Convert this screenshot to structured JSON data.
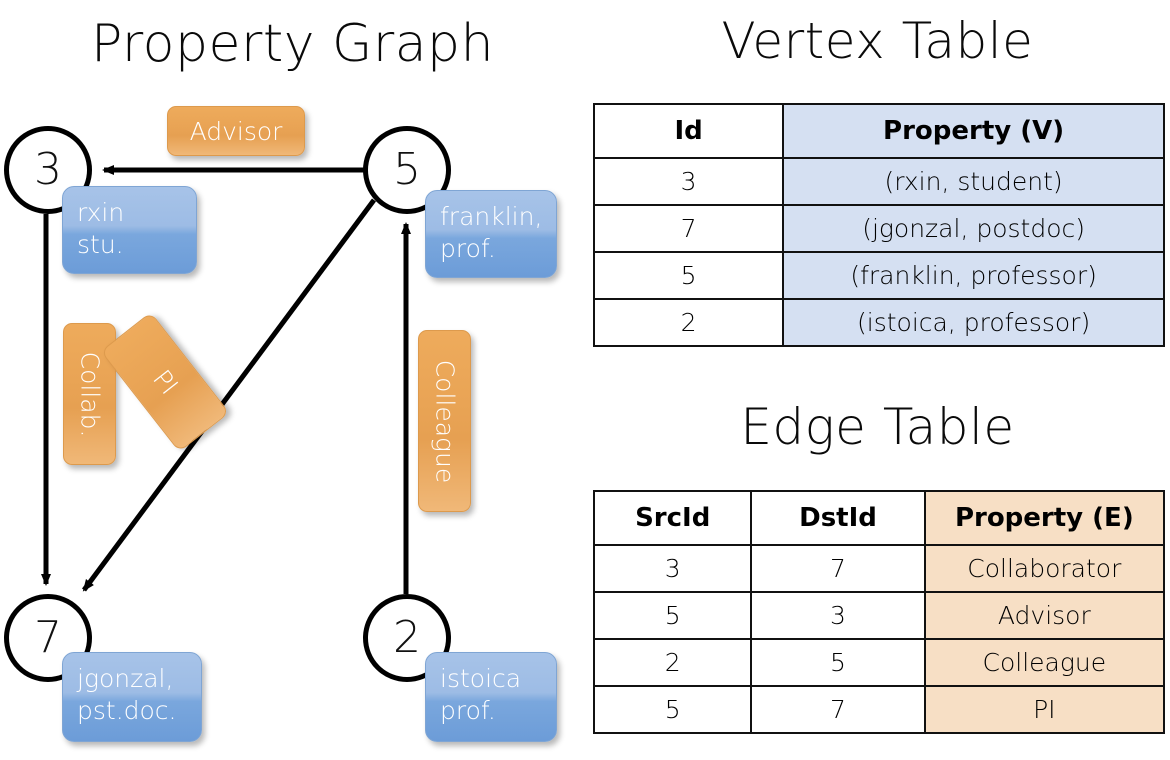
{
  "titles": {
    "property_graph": "Property Graph",
    "vertex_table": "Vertex Table",
    "edge_table": "Edge Table"
  },
  "graph": {
    "vertices": [
      {
        "id": "3",
        "label": "rxin\nstu."
      },
      {
        "id": "5",
        "label": "franklin,\nprof."
      },
      {
        "id": "7",
        "label": "jgonzal,\npst.doc."
      },
      {
        "id": "2",
        "label": "istoica\nprof."
      }
    ],
    "edge_labels": {
      "advisor": "Advisor",
      "collab": "Collab.",
      "pi": "PI",
      "colleague": "Colleague"
    }
  },
  "vertex_table": {
    "headers": [
      "Id",
      "Property (V)"
    ],
    "rows": [
      {
        "id": "3",
        "property": "(rxin, student)"
      },
      {
        "id": "7",
        "property": "(jgonzal, postdoc)"
      },
      {
        "id": "5",
        "property": "(franklin, professor)"
      },
      {
        "id": "2",
        "property": "(istoica, professor)"
      }
    ]
  },
  "edge_table": {
    "headers": [
      "SrcId",
      "DstId",
      "Property (E)"
    ],
    "rows": [
      {
        "src": "3",
        "dst": "7",
        "property": "Collaborator"
      },
      {
        "src": "5",
        "dst": "3",
        "property": "Advisor"
      },
      {
        "src": "2",
        "dst": "5",
        "property": "Colleague"
      },
      {
        "src": "5",
        "dst": "7",
        "property": "PI"
      }
    ]
  },
  "colors": {
    "vertex_property_fill": "#9dbce5",
    "edge_label_fill": "#e9a455",
    "vertex_table_header_fill": "#d5e0f2",
    "edge_table_header_fill": "#f7dfc5",
    "stroke": "#000000"
  }
}
